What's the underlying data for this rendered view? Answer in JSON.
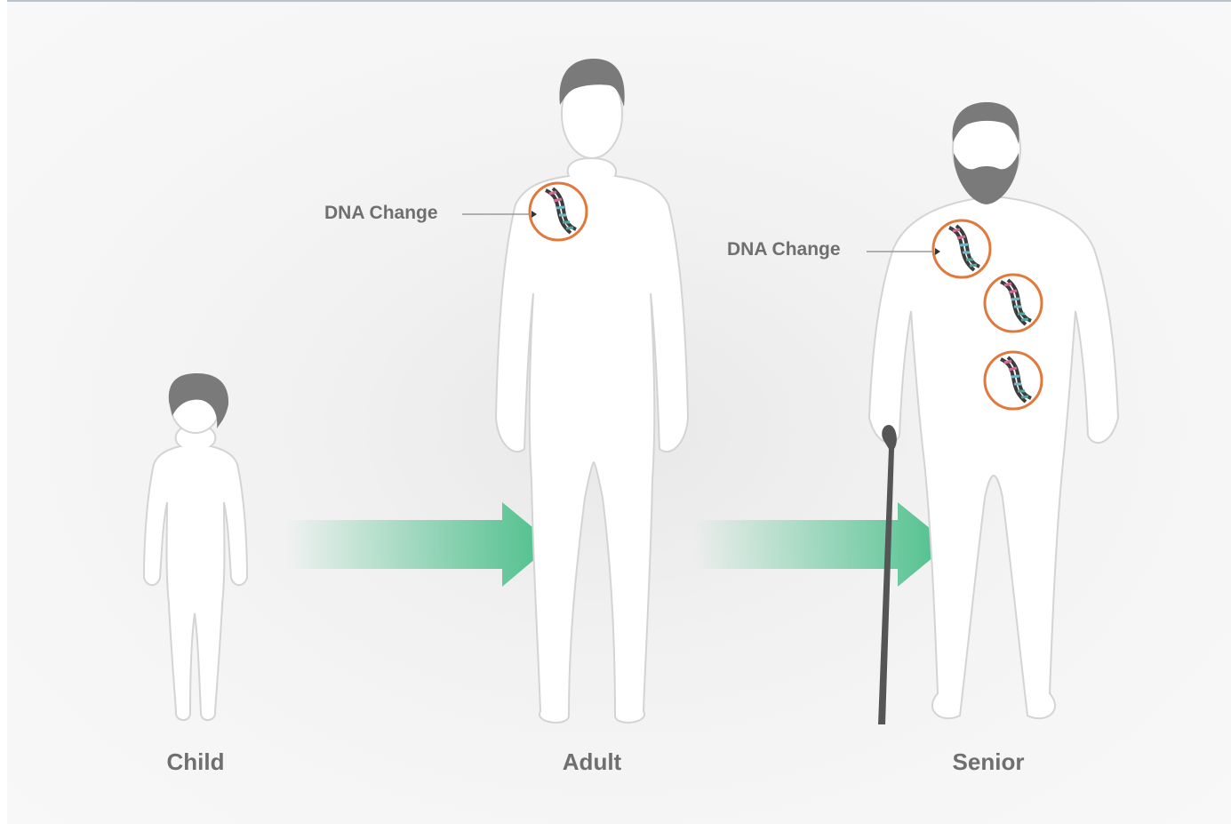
{
  "stages": [
    {
      "label": "Child"
    },
    {
      "label": "Adult"
    },
    {
      "label": "Senior"
    }
  ],
  "callouts": {
    "adult": "DNA Change",
    "senior": "DNA Change"
  },
  "colors": {
    "arrow": "#4bbf8a",
    "figure_fill": "#ffffff",
    "figure_outline": "#cfcfcf",
    "hair": "#7a7a7a",
    "dna_circle": "#e07a3c",
    "cane": "#555555"
  }
}
